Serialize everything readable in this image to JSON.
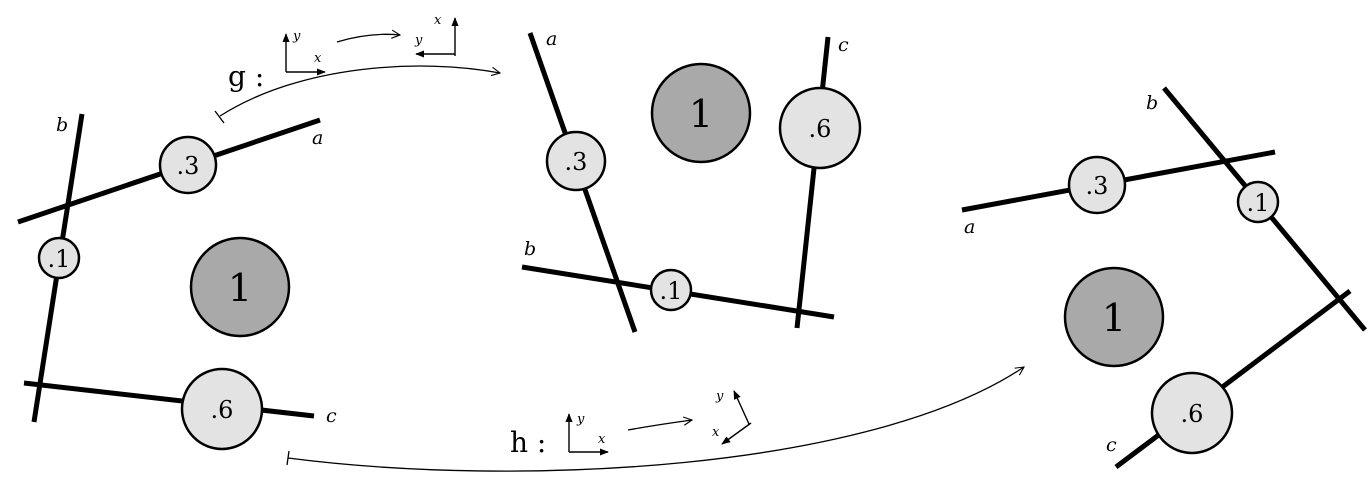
{
  "graphs": {
    "left": {
      "lines": {
        "a": "a",
        "b": "b",
        "c": "c"
      },
      "weights": {
        "w3": ".3",
        "w1": ".1",
        "w6": ".6",
        "center": "1"
      }
    },
    "middle": {
      "lines": {
        "a": "a",
        "b": "b",
        "c": "c"
      },
      "weights": {
        "w3": ".3",
        "w1": ".1",
        "w6": ".6",
        "center": "1"
      }
    },
    "right": {
      "lines": {
        "a": "a",
        "b": "b",
        "c": "c"
      },
      "weights": {
        "w3": ".3",
        "w1": ".1",
        "w6": ".6",
        "center": "1"
      }
    }
  },
  "maps": {
    "g": {
      "label": "g :",
      "from_axes": {
        "x": "x",
        "y": "y"
      },
      "to_axes": {
        "x": "x",
        "y": "y"
      }
    },
    "h": {
      "label": "h :",
      "from_axes": {
        "x": "x",
        "y": "y"
      },
      "to_axes": {
        "x": "x",
        "y": "y"
      }
    }
  }
}
